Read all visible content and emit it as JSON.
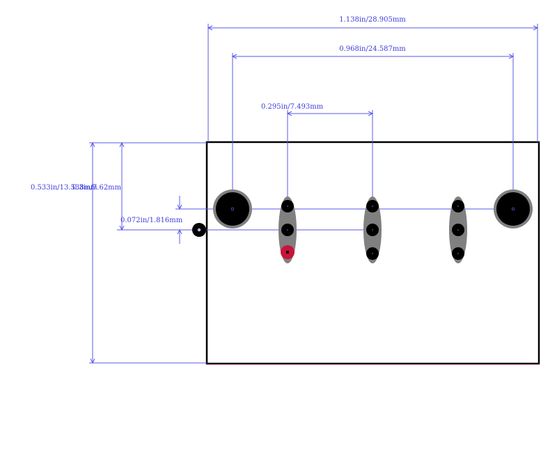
{
  "dimensions": {
    "overall_width": "1.138in/28.905mm",
    "mount_hole_spacing": "0.968in/24.587mm",
    "pin_column_pitch": "0.295in/7.493mm",
    "overall_height": "0.533in/13.538mm",
    "top_to_pin_row": "0.3in/7.62mm",
    "pin_row_offset": "0.072in/1.816mm"
  },
  "colors": {
    "outline": "#000000",
    "dimension": "#5a5ae6",
    "pad_copper": "#808080",
    "hole": "#000000",
    "pin1_marker": "#c8143c"
  },
  "icons": {
    "pin1_marker": "pin-1-indicator",
    "origin_marker": "origin-marker"
  }
}
